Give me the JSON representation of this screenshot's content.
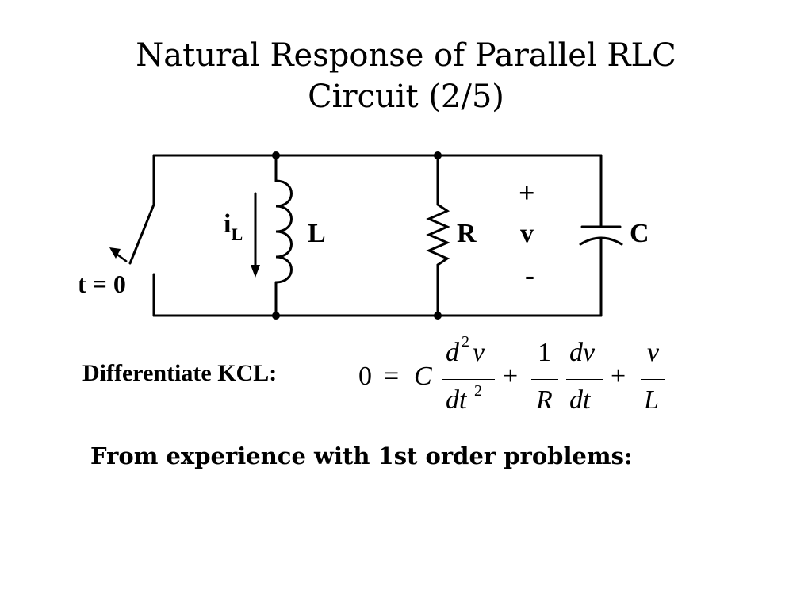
{
  "slide": {
    "title_line1": "Natural Response of Parallel RLC",
    "title_line2": "Circuit  (2/5)"
  },
  "circuit": {
    "switch_label": "t = 0",
    "current_label": "i",
    "current_subscript": "L",
    "inductor_label": "L",
    "resistor_label": "R",
    "capacitor_label": "C",
    "voltage_plus": "+",
    "voltage_label": "v",
    "voltage_minus": "-"
  },
  "equation": {
    "label": "Differentiate KCL:",
    "lhs": "0",
    "equals": "=",
    "cap": "C",
    "frac1_num": "d",
    "frac1_num_sup": "2",
    "frac1_num_var": "v",
    "frac1_den": "dt",
    "frac1_den_sup": "2",
    "plus1": "+",
    "frac2_num": "1",
    "frac2_den": "R",
    "frac3_num": "dv",
    "frac3_den": "dt",
    "plus2": "+",
    "frac4_num": "v",
    "frac4_den": "L"
  },
  "note": "From experience with 1st order problems:"
}
